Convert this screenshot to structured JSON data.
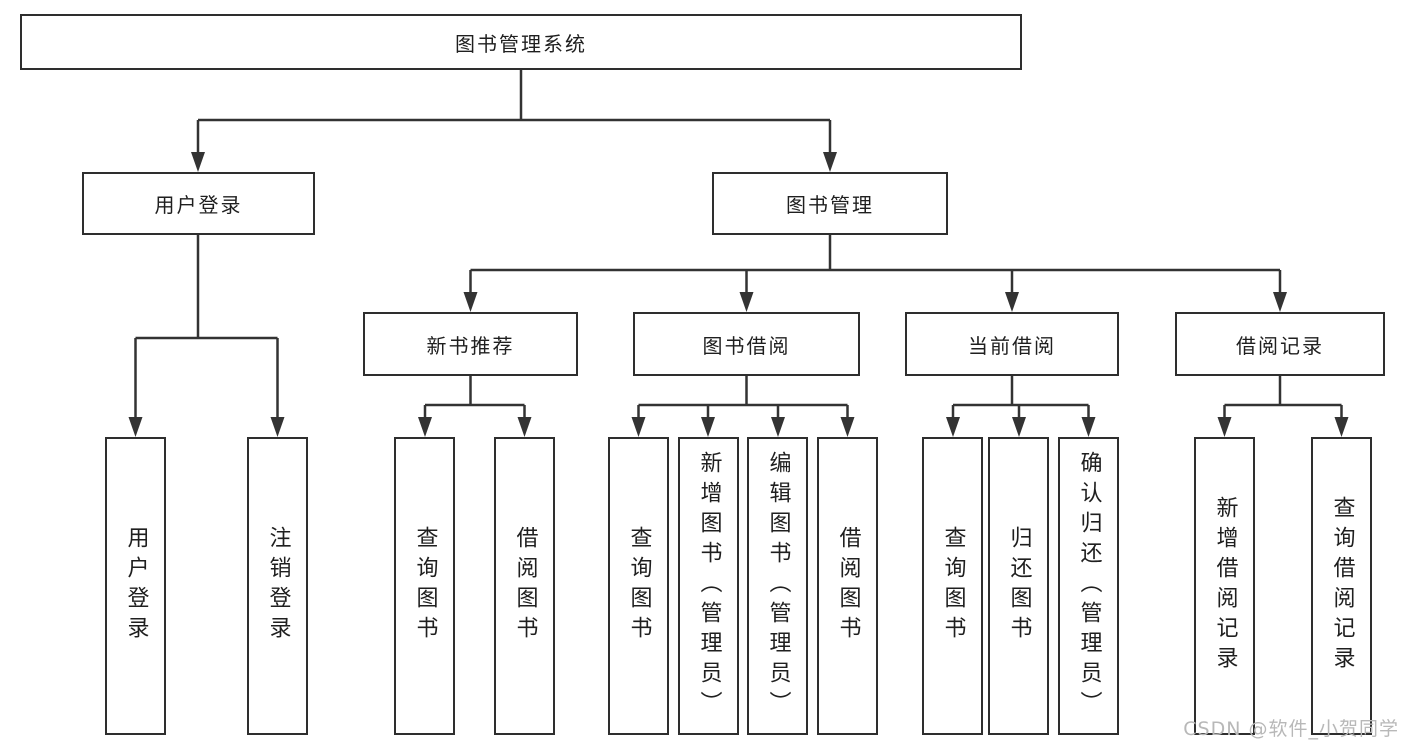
{
  "diagram_type": "hierarchy-tree",
  "colors": {
    "line": "#333333",
    "box_border": "#2e2e2e",
    "text": "#1f1f1f",
    "background": "#ffffff",
    "watermark": "#b8b8b8"
  },
  "tree": {
    "label": "图书管理系统",
    "children": [
      {
        "label": "用户登录",
        "children": [
          {
            "label": "用户登录"
          },
          {
            "label": "注销登录"
          }
        ]
      },
      {
        "label": "图书管理",
        "children": [
          {
            "label": "新书推荐",
            "children": [
              {
                "label": "查询图书"
              },
              {
                "label": "借阅图书"
              }
            ]
          },
          {
            "label": "图书借阅",
            "children": [
              {
                "label": "查询图书"
              },
              {
                "label": "新增图书（管理员）"
              },
              {
                "label": "编辑图书（管理员）"
              },
              {
                "label": "借阅图书"
              }
            ]
          },
          {
            "label": "当前借阅",
            "children": [
              {
                "label": "查询图书"
              },
              {
                "label": "归还图书"
              },
              {
                "label": "确认归还（管理员）"
              }
            ]
          },
          {
            "label": "借阅记录",
            "children": [
              {
                "label": "新增借阅记录"
              },
              {
                "label": "查询借阅记录"
              }
            ]
          }
        ]
      }
    ]
  },
  "watermark": {
    "text": "CSDN @软件_小贺同学"
  }
}
